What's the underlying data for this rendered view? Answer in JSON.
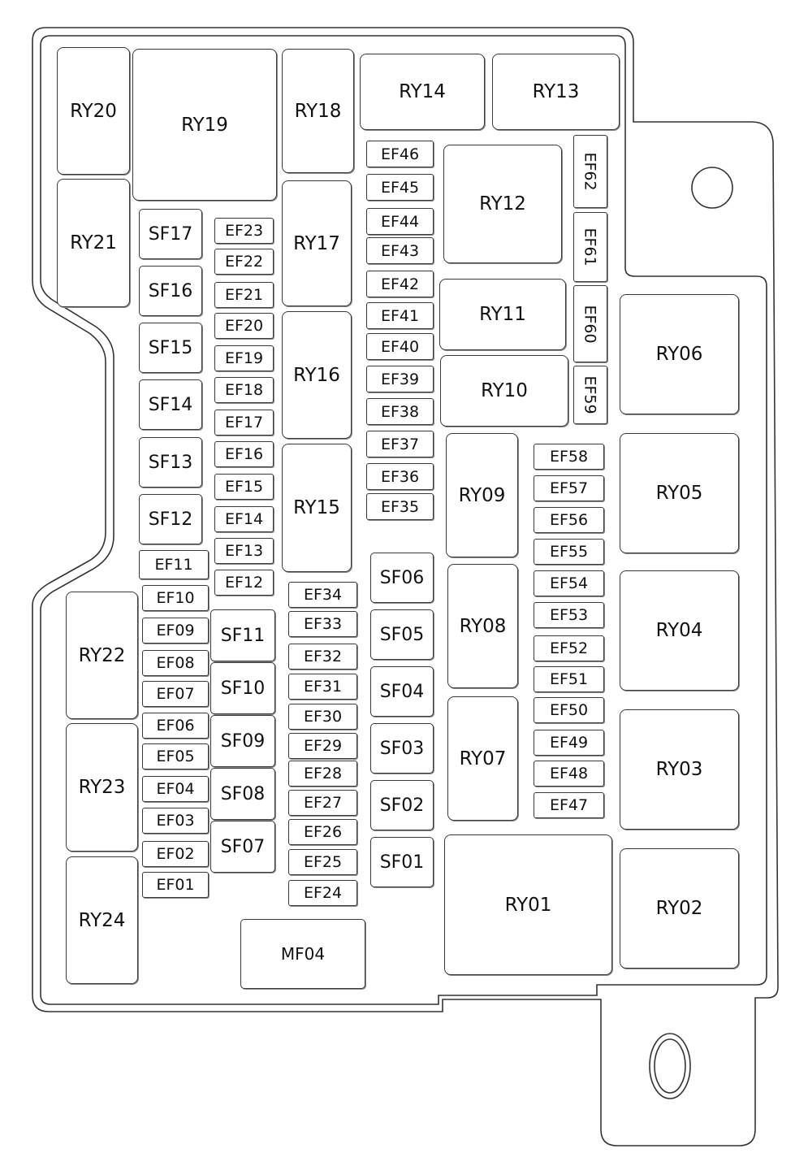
{
  "title": "Fuse box layout",
  "fuses": [
    {
      "label": "RY20",
      "type": "ry"
    },
    {
      "label": "RY19",
      "type": "ry"
    },
    {
      "label": "RY18",
      "type": "ry"
    },
    {
      "label": "RY14",
      "type": "ry"
    },
    {
      "label": "RY13",
      "type": "ry"
    },
    {
      "label": "RY21",
      "type": "ry"
    },
    {
      "label": "SF17",
      "type": "sf"
    },
    {
      "label": "SF16",
      "type": "sf"
    },
    {
      "label": "SF15",
      "type": "sf"
    },
    {
      "label": "SF14",
      "type": "sf"
    },
    {
      "label": "SF13",
      "type": "sf"
    },
    {
      "label": "SF12",
      "type": "sf"
    },
    {
      "label": "EF11",
      "type": "ef"
    },
    {
      "label": "EF23",
      "type": "ef"
    },
    {
      "label": "EF22",
      "type": "ef"
    },
    {
      "label": "EF21",
      "type": "ef"
    },
    {
      "label": "EF20",
      "type": "ef"
    },
    {
      "label": "EF19",
      "type": "ef"
    },
    {
      "label": "EF18",
      "type": "ef"
    },
    {
      "label": "EF17",
      "type": "ef"
    },
    {
      "label": "EF16",
      "type": "ef"
    },
    {
      "label": "EF15",
      "type": "ef"
    },
    {
      "label": "EF14",
      "type": "ef"
    },
    {
      "label": "EF13",
      "type": "ef"
    },
    {
      "label": "EF12",
      "type": "ef"
    },
    {
      "label": "RY17",
      "type": "ry"
    },
    {
      "label": "RY16",
      "type": "ry"
    },
    {
      "label": "RY15",
      "type": "ry"
    },
    {
      "label": "EF46",
      "type": "ef"
    },
    {
      "label": "EF45",
      "type": "ef"
    },
    {
      "label": "EF44",
      "type": "ef"
    },
    {
      "label": "EF43",
      "type": "ef"
    },
    {
      "label": "EF42",
      "type": "ef"
    },
    {
      "label": "EF41",
      "type": "ef"
    },
    {
      "label": "EF40",
      "type": "ef"
    },
    {
      "label": "EF39",
      "type": "ef"
    },
    {
      "label": "EF38",
      "type": "ef"
    },
    {
      "label": "EF37",
      "type": "ef"
    },
    {
      "label": "EF36",
      "type": "ef"
    },
    {
      "label": "EF35",
      "type": "ef"
    },
    {
      "label": "RY12",
      "type": "ry"
    },
    {
      "label": "EF62",
      "type": "ef"
    },
    {
      "label": "EF61",
      "type": "ef"
    },
    {
      "label": "EF60",
      "type": "ef"
    },
    {
      "label": "EF59",
      "type": "ef"
    },
    {
      "label": "RY11",
      "type": "ry"
    },
    {
      "label": "RY10",
      "type": "ry"
    },
    {
      "label": "RY06",
      "type": "ry"
    },
    {
      "label": "RY05",
      "type": "ry"
    },
    {
      "label": "RY04",
      "type": "ry"
    },
    {
      "label": "RY03",
      "type": "ry"
    },
    {
      "label": "RY02",
      "type": "ry"
    },
    {
      "label": "RY01",
      "type": "ry"
    },
    {
      "label": "RY09",
      "type": "ry"
    },
    {
      "label": "RY08",
      "type": "ry"
    },
    {
      "label": "RY07",
      "type": "ry"
    },
    {
      "label": "EF58",
      "type": "ef"
    },
    {
      "label": "EF57",
      "type": "ef"
    },
    {
      "label": "EF56",
      "type": "ef"
    },
    {
      "label": "EF55",
      "type": "ef"
    },
    {
      "label": "EF54",
      "type": "ef"
    },
    {
      "label": "EF53",
      "type": "ef"
    },
    {
      "label": "EF52",
      "type": "ef"
    },
    {
      "label": "EF51",
      "type": "ef"
    },
    {
      "label": "EF50",
      "type": "ef"
    },
    {
      "label": "EF49",
      "type": "ef"
    },
    {
      "label": "EF48",
      "type": "ef"
    },
    {
      "label": "EF47",
      "type": "ef"
    },
    {
      "label": "SF06",
      "type": "sf"
    },
    {
      "label": "SF05",
      "type": "sf"
    },
    {
      "label": "SF04",
      "type": "sf"
    },
    {
      "label": "SF03",
      "type": "sf"
    },
    {
      "label": "SF02",
      "type": "sf"
    },
    {
      "label": "SF01",
      "type": "sf"
    },
    {
      "label": "EF34",
      "type": "ef"
    },
    {
      "label": "EF33",
      "type": "ef"
    },
    {
      "label": "EF32",
      "type": "ef"
    },
    {
      "label": "EF31",
      "type": "ef"
    },
    {
      "label": "EF30",
      "type": "ef"
    },
    {
      "label": "EF29",
      "type": "ef"
    },
    {
      "label": "EF28",
      "type": "ef"
    },
    {
      "label": "EF27",
      "type": "ef"
    },
    {
      "label": "EF26",
      "type": "ef"
    },
    {
      "label": "EF25",
      "type": "ef"
    },
    {
      "label": "EF24",
      "type": "ef"
    },
    {
      "label": "RY22",
      "type": "ry"
    },
    {
      "label": "RY23",
      "type": "ry"
    },
    {
      "label": "RY24",
      "type": "ry"
    },
    {
      "label": "EF10",
      "type": "ef"
    },
    {
      "label": "EF09",
      "type": "ef"
    },
    {
      "label": "EF08",
      "type": "ef"
    },
    {
      "label": "EF07",
      "type": "ef"
    },
    {
      "label": "EF06",
      "type": "ef"
    },
    {
      "label": "EF05",
      "type": "ef"
    },
    {
      "label": "EF04",
      "type": "ef"
    },
    {
      "label": "EF03",
      "type": "ef"
    },
    {
      "label": "EF02",
      "type": "ef"
    },
    {
      "label": "EF01",
      "type": "ef"
    },
    {
      "label": "SF11",
      "type": "sf"
    },
    {
      "label": "SF10",
      "type": "sf"
    },
    {
      "label": "SF09",
      "type": "sf"
    },
    {
      "label": "SF08",
      "type": "sf"
    },
    {
      "label": "SF07",
      "type": "sf"
    },
    {
      "label": "MF04",
      "type": "mf"
    }
  ]
}
